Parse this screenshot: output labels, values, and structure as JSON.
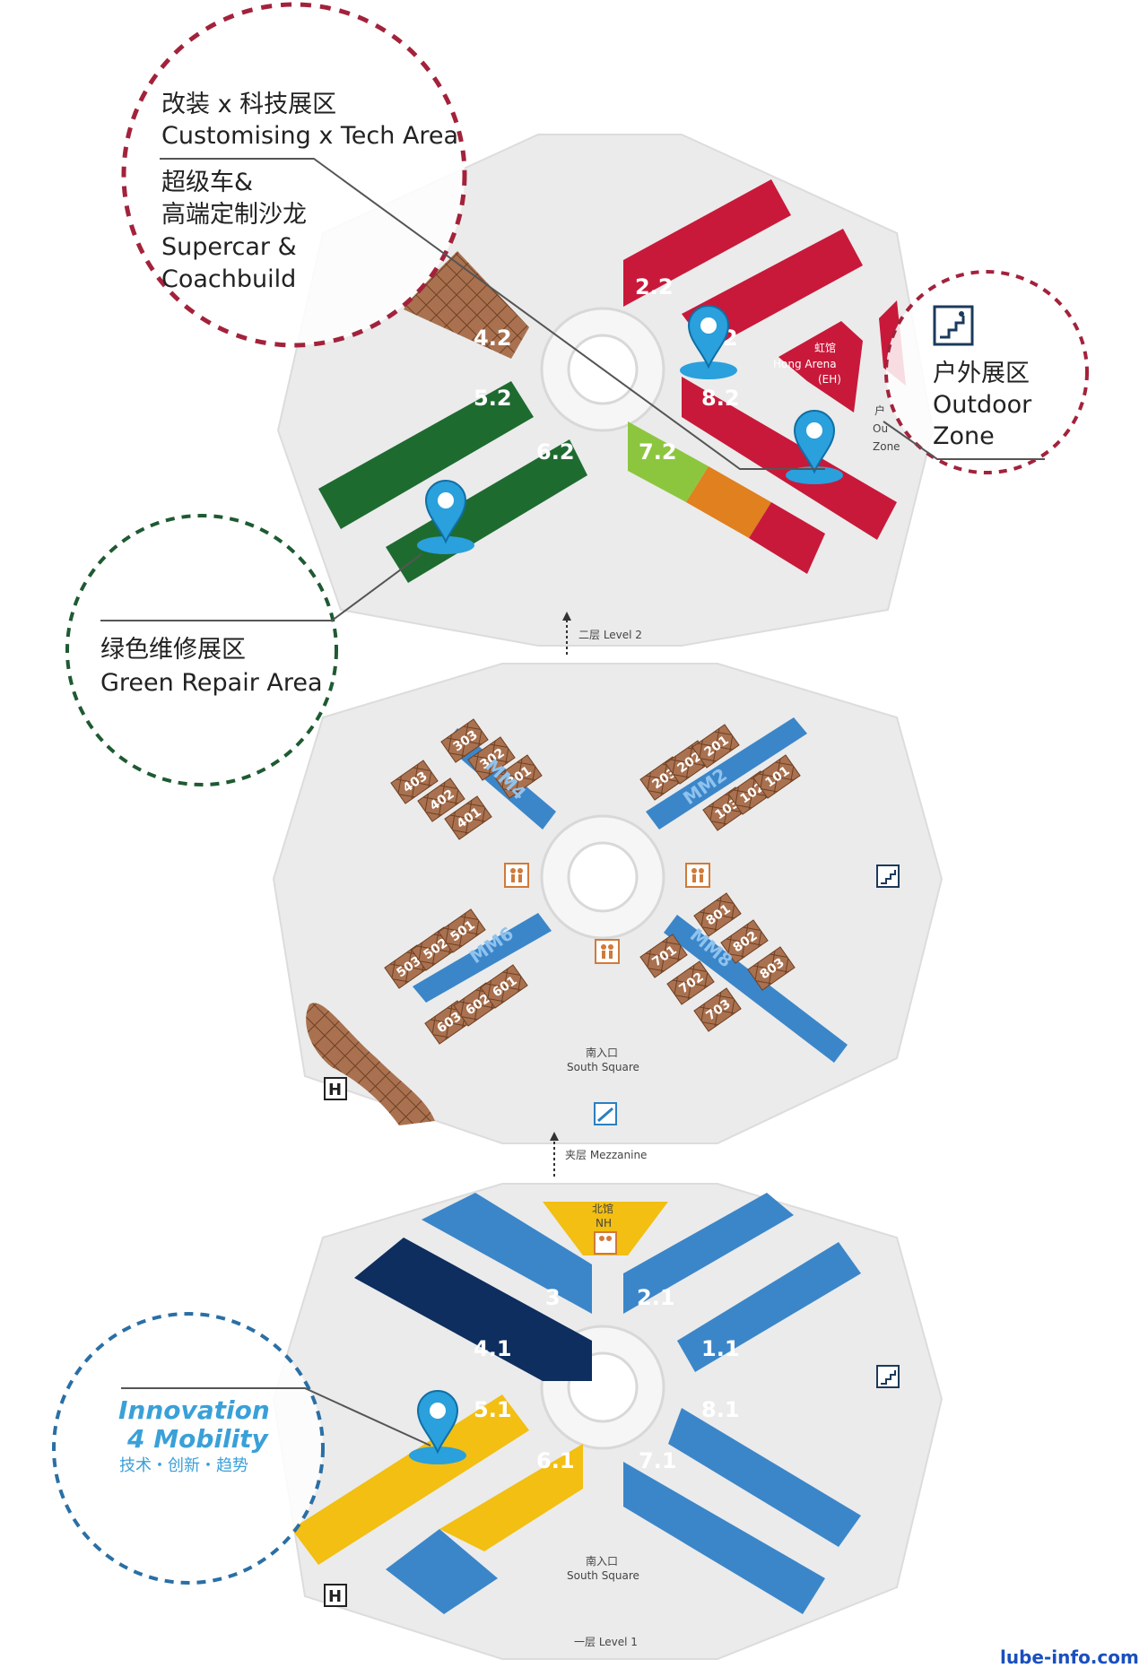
{
  "level2": {
    "label": "二层 Level 2",
    "halls": [
      "2.2",
      "1.2",
      "8.2",
      "4.2",
      "5.2",
      "6.2",
      "7.2"
    ],
    "hong_arena": [
      "虹馆",
      "Hong Arena",
      "(EH)"
    ],
    "outdoor_small": [
      "户",
      "Ou",
      "Zone"
    ]
  },
  "mezzanine": {
    "label": "夹层 Mezzanine",
    "mm_bands": [
      "MM4",
      "MM2",
      "MM6",
      "MM8"
    ],
    "rooms_nw": [
      "403",
      "402",
      "401",
      "303",
      "302",
      "301"
    ],
    "rooms_ne": [
      "203",
      "202",
      "201",
      "103",
      "102",
      "101"
    ],
    "rooms_sw": [
      "503",
      "502",
      "501",
      "603",
      "602",
      "601"
    ],
    "rooms_se": [
      "701",
      "702",
      "703",
      "801",
      "802",
      "803"
    ],
    "south_entrance": [
      "南入口",
      "South Square"
    ]
  },
  "level1": {
    "label": "一层 Level 1",
    "halls": [
      "3",
      "2.1",
      "4.1",
      "1.1",
      "5.1",
      "8.1",
      "6.1",
      "7.1"
    ],
    "north_hall": [
      "北馆",
      "NH"
    ],
    "south_entrance": [
      "南入口",
      "South Square"
    ]
  },
  "callouts": {
    "customising": [
      "改装 x 科技展区",
      "Customising x Tech Area",
      "超级车&",
      "高端定制沙龙",
      "Supercar &",
      "Coachbuild"
    ],
    "outdoor": [
      "户外展区",
      "Outdoor",
      "Zone"
    ],
    "green_repair": [
      "绿色维修展区",
      "Green Repair Area"
    ],
    "innovation": [
      "Innovation",
      "4 Mobility",
      "技术・创新・趋势"
    ]
  },
  "h_badge": "H",
  "watermark": "lube-info.com",
  "colors": {
    "red": "#c8193a",
    "green_dark": "#1e6b30",
    "green_light": "#8cc63f",
    "orange": "#e0801e",
    "brown": "#a9714f",
    "blue": "#3b86c9",
    "navy": "#0d2e5e",
    "yellow": "#f2bf12",
    "floor": "#ebebeb",
    "pin": "#2aa0dc"
  }
}
